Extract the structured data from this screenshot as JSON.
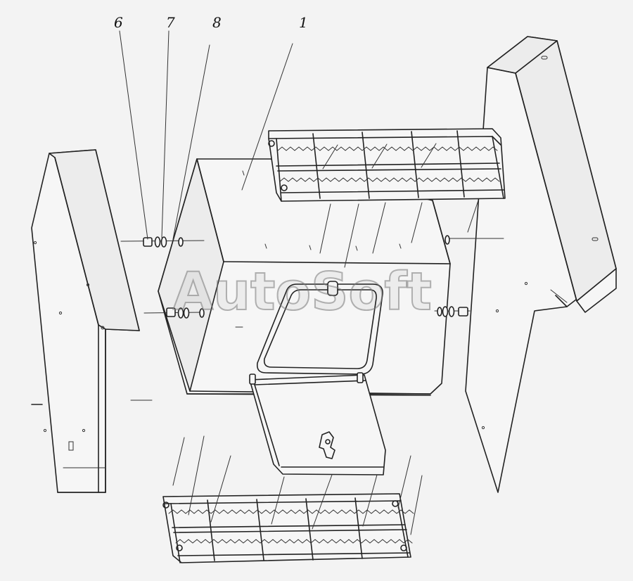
{
  "callouts": [
    {
      "id": "6",
      "label": "6"
    },
    {
      "id": "7",
      "label": "7"
    },
    {
      "id": "8",
      "label": "8"
    },
    {
      "id": "1",
      "label": "1"
    }
  ],
  "watermark": "AutoSoft"
}
